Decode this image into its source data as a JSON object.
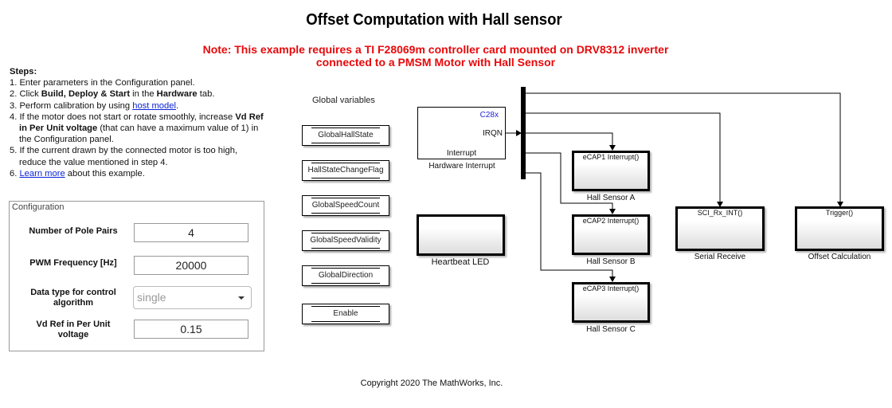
{
  "title": "Offset Computation with Hall sensor",
  "note": {
    "line1": "Note: This example requires a TI F28069m controller card mounted on DRV8312 inverter",
    "line2": "connected to a PMSM Motor with Hall Sensor",
    "color": "#e8090b"
  },
  "steps": {
    "header": "Steps:",
    "s1": "1. Enter parameters in the Configuration panel.",
    "s2_pre": "2. Click ",
    "s2_bold1": "Build, Deploy & Start",
    "s2_mid": " in the ",
    "s2_bold2": "Hardware",
    "s2_post": " tab.",
    "s3_pre": "3. Perform calibration by using ",
    "s3_link": "host model",
    "s3_post": ".",
    "s4_pre": "4. If the motor does not start or rotate smoothly, increase ",
    "s4_bold": "Vd Ref in Per Unit voltage",
    "s4_post": " (that can have a maximum value of 1) in the Configuration panel.",
    "s5": "5. If the current drawn by the connected motor is too high, reduce the value mentioned in step 4.",
    "s6_pre": "6. ",
    "s6_link": "Learn more",
    "s6_post": " about this example."
  },
  "configuration": {
    "legend": "Configuration",
    "pole_pairs_label": "Number of Pole Pairs",
    "pole_pairs_value": "4",
    "pwm_label": "PWM Frequency [Hz]",
    "pwm_value": "20000",
    "datatype_label": "Data type for control algorithm",
    "datatype_value": "single",
    "vdref_label": "Vd Ref in Per Unit voltage",
    "vdref_value": "0.15"
  },
  "global_variables": {
    "header": "Global variables",
    "items": [
      "GlobalHallState",
      "HallStateChangeFlag",
      "GlobalSpeedCount",
      "GlobalSpeedValidity",
      "GlobalDirection",
      "Enable"
    ]
  },
  "hardware_interrupt": {
    "target": "C28x",
    "port": "IRQN",
    "type": "Interrupt",
    "name": "Hardware Interrupt"
  },
  "heartbeat": {
    "name": "Heartbeat LED"
  },
  "subsystems": {
    "hall_a": {
      "trigger": "eCAP1 Interrupt()",
      "name": "Hall Sensor A"
    },
    "hall_b": {
      "trigger": "eCAP2 Interrupt()",
      "name": "Hall Sensor B"
    },
    "hall_c": {
      "trigger": "eCAP3 Interrupt()",
      "name": "Hall Sensor C"
    },
    "serial": {
      "trigger": "SCI_Rx_INT()",
      "name": "Serial Receive"
    },
    "offset": {
      "trigger": "Trigger()",
      "name": "Offset Calculation"
    }
  },
  "copyright": "Copyright 2020 The MathWorks, Inc."
}
